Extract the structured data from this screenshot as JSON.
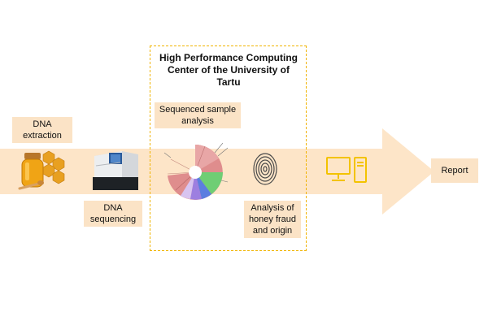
{
  "diagram": {
    "hpc_title": "High Performance Computing Center of the University of Tartu",
    "steps": {
      "dna_extraction": "DNA extraction",
      "dna_sequencing": "DNA sequencing",
      "sequenced_analysis": "Sequenced sample analysis",
      "fraud_analysis": "Analysis of honey fraud and origin",
      "report": "Report"
    },
    "icons": {
      "honey": "honey-jar-icon",
      "sequencer": "dna-sequencer-icon",
      "krona": "krona-chart-icon",
      "fingerprint": "fingerprint-icon",
      "computer": "computer-icon"
    },
    "colors": {
      "arrow": "#fde5c8",
      "label_bg": "#fbe3c6",
      "dashed_border": "#f0b400",
      "computer_icon": "#f3c300"
    }
  }
}
